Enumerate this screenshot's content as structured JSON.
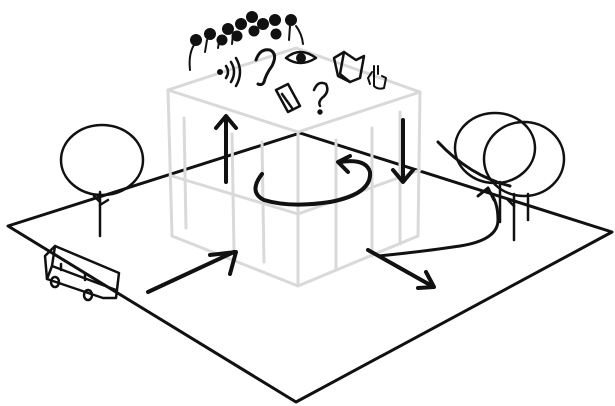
{
  "diagram": {
    "ink_color": "#111111",
    "ghost_color": "#d9d9d9",
    "background_color": "#ffffff",
    "elements": [
      "ground-plane",
      "building-block",
      "crowd-of-people",
      "sound-icon",
      "ear-icon",
      "eye-icon",
      "map-icon",
      "hand-icon",
      "phone-icon",
      "question-mark-icon",
      "tree-left",
      "tree-group-right",
      "bus-icon",
      "arrow-up",
      "arrow-down",
      "arrow-circular-left",
      "arrow-circular-right",
      "arrow-inbound-left",
      "arrow-outbound-right",
      "arrow-curved-to-trees"
    ]
  }
}
